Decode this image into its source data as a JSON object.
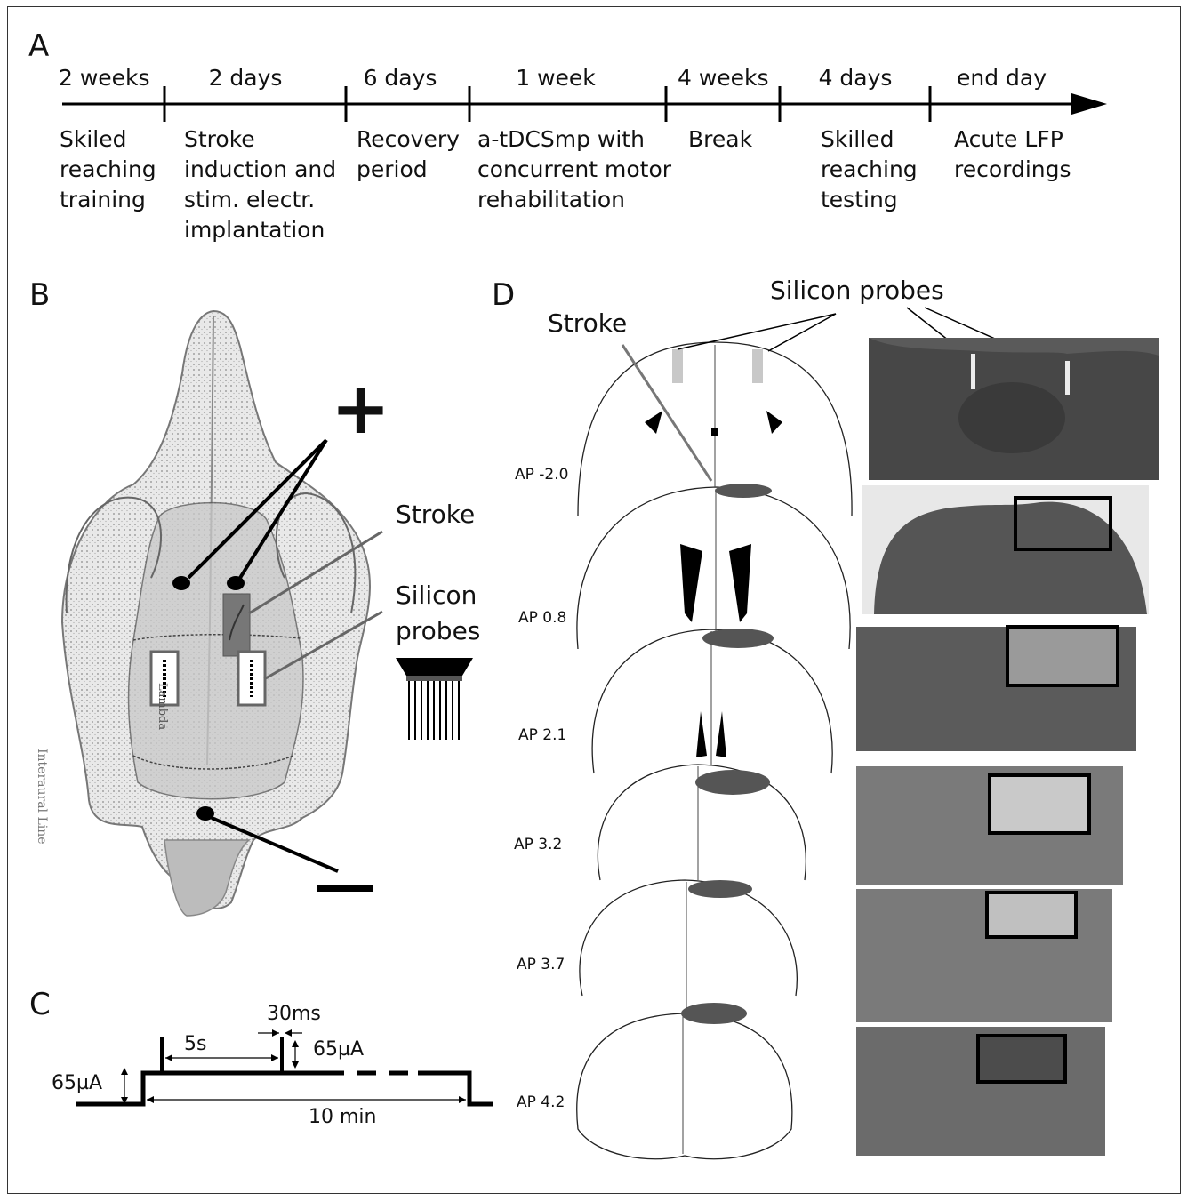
{
  "panels": {
    "a": "A",
    "b": "B",
    "c": "C",
    "d": "D"
  },
  "timeline": {
    "durations": [
      "2 weeks",
      "2 days",
      "6 days",
      "1 week",
      "4 weeks",
      "4 days",
      "end day"
    ],
    "phases": [
      "Skiled\nreaching\ntraining",
      "Stroke\ninduction and\nstim. electr.\nimplantation",
      "Recovery\nperiod",
      "a-tDCSmp with\nconcurrent motor\nrehabilitation",
      "Break",
      "Skilled\nreaching\ntesting",
      "Acute LFP\nrecordings"
    ]
  },
  "skull": {
    "plus": "+",
    "minus": "−",
    "stroke_label": "Stroke",
    "probes_label": "Silicon\nprobes",
    "lambda_label": "Lambda",
    "interaural_label": "Interaural Line"
  },
  "pulse": {
    "interval": "5s",
    "pulse_width": "30ms",
    "pulse_amp": "65µA",
    "base_amp": "65µA",
    "duration": "10 min"
  },
  "sections": {
    "stroke_label": "Stroke",
    "probes_label": "Silicon probes",
    "ap_levels": [
      "AP -2.0",
      "AP 0.8",
      "AP 2.1",
      "AP 3.2",
      "AP 3.7",
      "AP 4.2"
    ]
  }
}
